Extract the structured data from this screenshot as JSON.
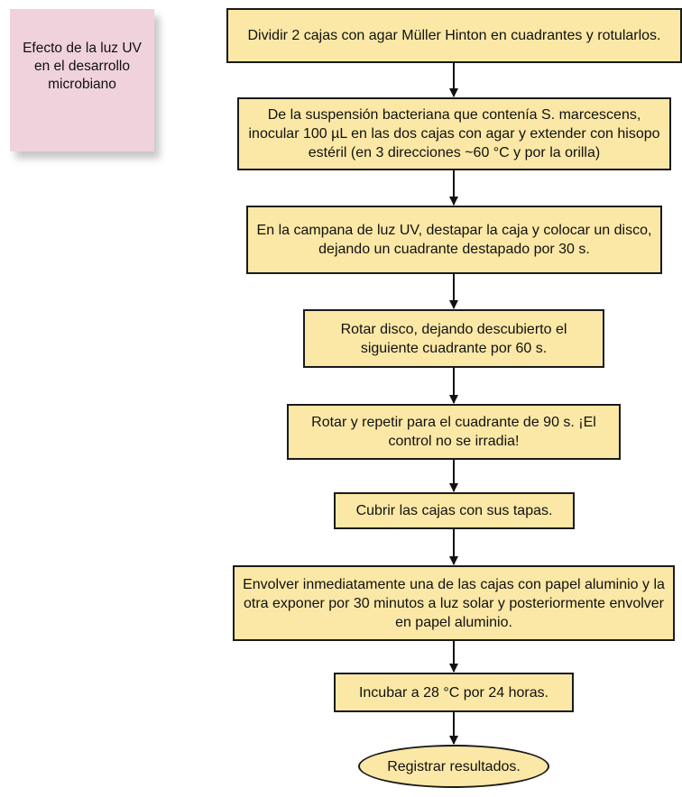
{
  "note": {
    "text": "Efecto de la luz UV en el desarrollo microbiano",
    "color": "#f0d2dc"
  },
  "colors": {
    "box_fill": "#fbe8a6",
    "border": "#1a1a1a"
  },
  "steps": [
    "Dividir 2 cajas con agar Müller Hinton en cuadrantes y rotularlos.",
    "De la suspensión bacteriana que contenía S. marcescens, inocular 100 µL en las dos cajas con agar y extender con hisopo estéril (en 3 direcciones ~60 °C y por la orilla)",
    "En la campana de luz UV, destapar la caja y colocar un disco, dejando un cuadrante destapado por 30 s.",
    "Rotar disco, dejando descubierto el siguiente cuadrante por 60 s.",
    "Rotar y repetir para el cuadrante de 90 s. ¡El control no se irradia!",
    "Cubrir las cajas con sus tapas.",
    "Envolver inmediatamente una de las cajas con papel aluminio y la otra exponer por 30 minutos a luz solar y posteriormente envolver en papel aluminio.",
    "Incubar a 28 °C por 24 horas."
  ],
  "end_step": "Registrar resultados."
}
